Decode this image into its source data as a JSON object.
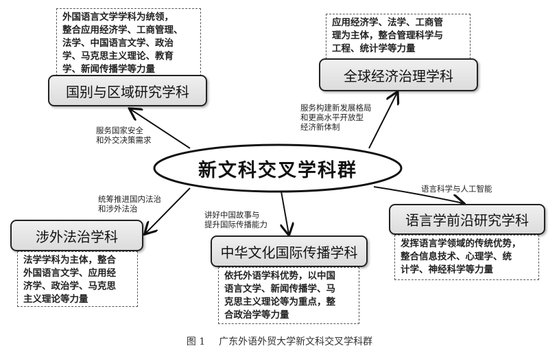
{
  "center": "新文科交叉学科群",
  "nodes": [
    {
      "title": "国别与区域研究学科",
      "relation": [
        "服务国家安全",
        "和外交决策需求"
      ],
      "desc": [
        "外国语言文学学科为统领，",
        "整合应用经济学、工商管理、",
        "法学、中国语言文学、政治",
        "学、马克思主义理论、教育",
        "学、新闻传播学等力量"
      ]
    },
    {
      "title": "全球经济治理学科",
      "relation": [
        "服务构建新发展格局",
        "和更高水平开放型",
        "经济新体制"
      ],
      "desc": [
        "应用经济学、法学、工商管",
        "理为主体，整合管理科学与",
        "工程、统计学等力量"
      ]
    },
    {
      "title": "涉外法治学科",
      "relation": [
        "统筹推进国内法治",
        "和涉外法治"
      ],
      "desc": [
        "法学学科为主体，整合",
        "外国语言文学、应用经",
        "济学、政治学、马克思",
        "主义理论等力量"
      ]
    },
    {
      "title": "中华文化国际传播学科",
      "relation": [
        "讲好中国故事与",
        "提升国际传播能力"
      ],
      "desc": [
        "依托外语学科优势，以中国",
        "语言文学、新闻传播学、马",
        "克思主义理论等为重点，整",
        "合政治学等力量"
      ]
    },
    {
      "title": "语言学前沿研究学科",
      "relation": [
        "语言科学与人工智能"
      ],
      "desc": [
        "发挥语言学领域的传统优势，",
        "整合信息技术、心理学、统",
        "计学、神经科学等力量"
      ]
    }
  ],
  "caption": {
    "number": "图 1",
    "text": "广东外语外贸大学新文科交叉学科群"
  }
}
